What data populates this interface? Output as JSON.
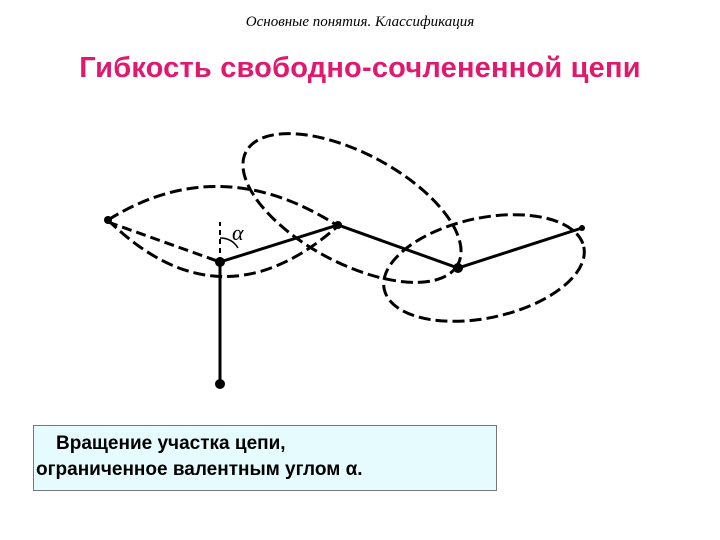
{
  "slide": {
    "subtitle": "Основные понятия. Классификация",
    "title": "Гибкость свободно-сочлененной цепи",
    "diagram": {
      "angle_symbol": "α"
    },
    "caption": {
      "line1": "Вращение участка цепи,",
      "line2": "ограниченное валентным углом α."
    }
  }
}
